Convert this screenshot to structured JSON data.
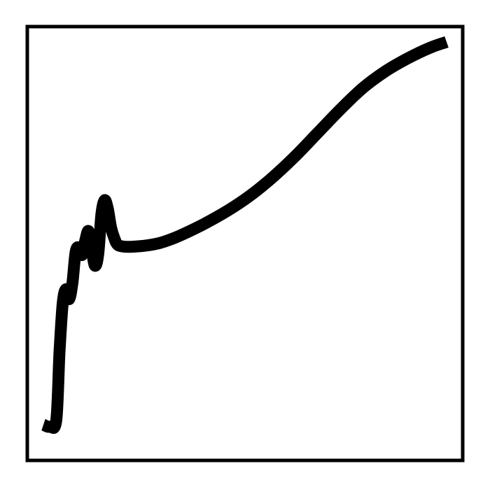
{
  "chart_data": {
    "type": "line",
    "title": "",
    "xlabel": "",
    "ylabel": "",
    "xlim": [
      0,
      100
    ],
    "ylim": [
      0,
      100
    ],
    "grid": false,
    "series": [
      {
        "color": "#000000",
        "x": [
          0,
          1.6,
          3.2,
          4.0,
          4.8,
          5.6,
          6.4,
          7.2,
          8.0,
          8.8,
          9.6,
          10.4,
          11.2,
          12.0,
          12.8,
          13.6,
          14.4,
          15.2,
          16.0,
          16.8,
          17.6,
          18.4,
          20.0,
          22.4,
          25.6,
          28.8,
          32.0,
          35.2,
          40.0,
          45.6,
          51.2,
          56.8,
          62.4,
          68.0,
          73.6,
          79.2,
          84.8,
          90.4,
          96.0,
          100.0
        ],
        "y": [
          3.7,
          3.2,
          4.8,
          22.0,
          34.3,
          37.8,
          35.3,
          39.4,
          47.2,
          48.2,
          46.4,
          50.1,
          52.4,
          47.6,
          43.7,
          46.6,
          56.7,
          60.2,
          57.9,
          53.2,
          50.6,
          49.0,
          48.5,
          48.5,
          48.8,
          49.4,
          50.5,
          51.9,
          54.3,
          57.5,
          61.3,
          65.9,
          71.2,
          77.1,
          83.0,
          88.4,
          92.6,
          95.9,
          98.6,
          100.0
        ]
      }
    ]
  }
}
